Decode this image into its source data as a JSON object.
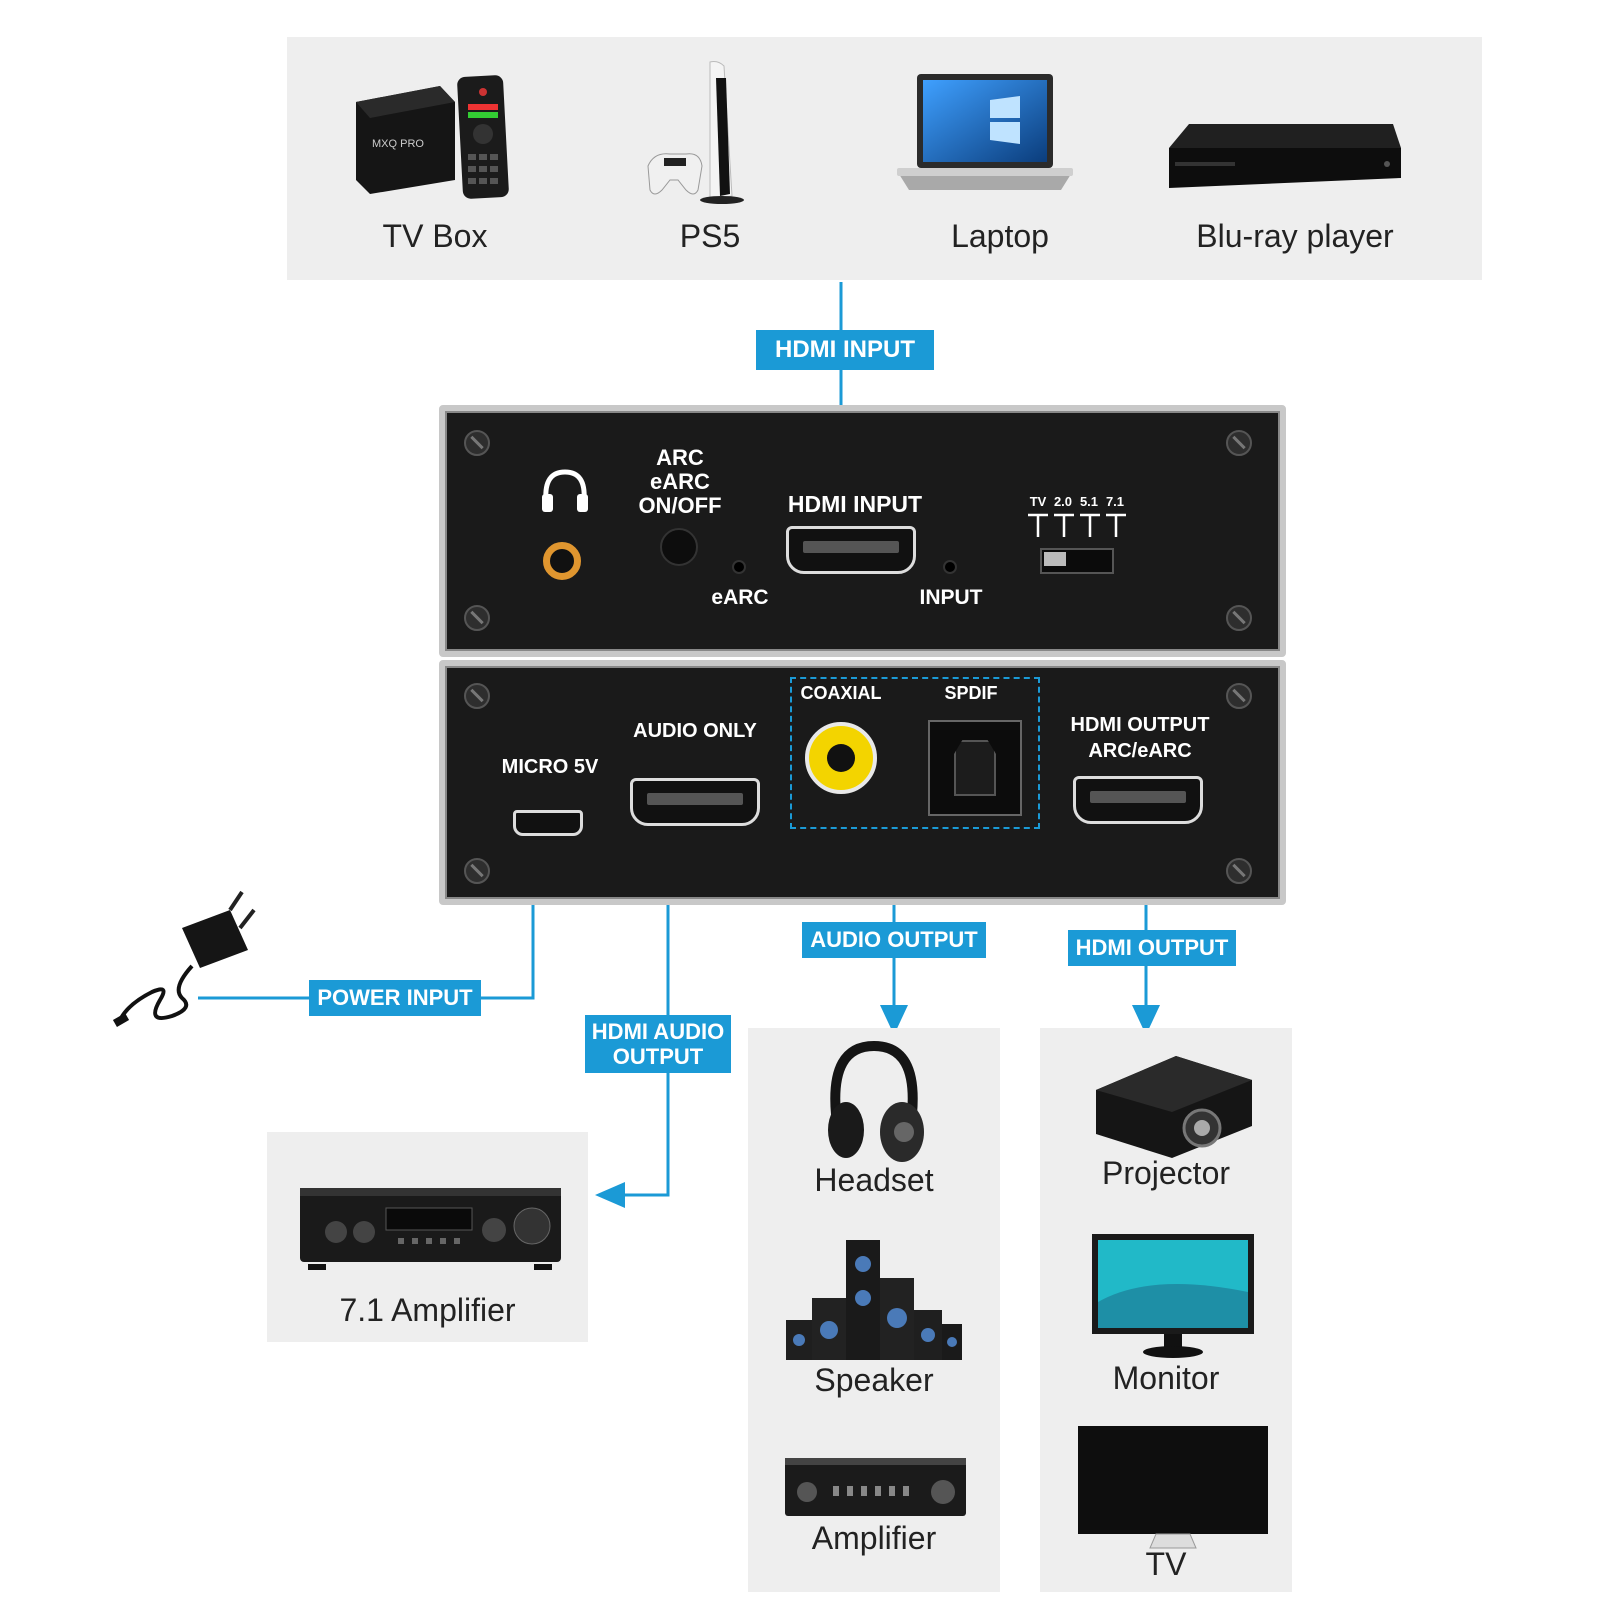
{
  "sources": {
    "items": [
      {
        "label": "TV Box",
        "icon": "tv-box-icon"
      },
      {
        "label": "PS5",
        "icon": "ps5-console-icon"
      },
      {
        "label": "Laptop",
        "icon": "laptop-icon"
      },
      {
        "label": "Blu-ray player",
        "icon": "bluray-player-icon"
      }
    ]
  },
  "tags": {
    "hdmi_input": "HDMI INPUT",
    "power_input": "POWER INPUT",
    "hdmi_audio_output": "HDMI AUDIO\nOUTPUT",
    "audio_output": "AUDIO OUTPUT",
    "hdmi_output": "HDMI OUTPUT"
  },
  "front_panel": {
    "arc_switch": "ARC\neARC\nON/OFF",
    "hdmi_input": "HDMI INPUT",
    "earc_led": "eARC",
    "input_led": "INPUT",
    "mode_labels": [
      "TV",
      "2.0",
      "5.1",
      "7.1"
    ]
  },
  "rear_panel": {
    "micro_5v": "MICRO 5V",
    "audio_only": "AUDIO ONLY",
    "coaxial": "COAXIAL",
    "spdif": "SPDIF",
    "hdmi_output": "HDMI OUTPUT\nARC/eARC"
  },
  "amp71": {
    "label": "7.1 Amplifier"
  },
  "audio_devices": [
    {
      "label": "Headset",
      "icon": "headset-icon"
    },
    {
      "label": "Speaker",
      "icon": "speaker-system-icon"
    },
    {
      "label": "Amplifier",
      "icon": "amplifier-icon"
    }
  ],
  "video_devices": [
    {
      "label": "Projector",
      "icon": "projector-icon"
    },
    {
      "label": "Monitor",
      "icon": "monitor-icon"
    },
    {
      "label": "TV",
      "icon": "tv-icon"
    }
  ],
  "colors": {
    "accent": "#1b9ad6",
    "panel": "#eeeeee",
    "device": "#1a1a1a"
  }
}
